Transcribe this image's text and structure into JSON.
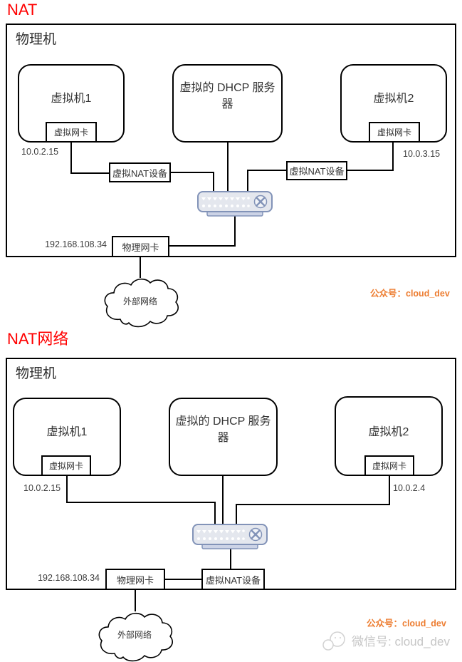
{
  "colors": {
    "title_red": "#ff0000",
    "watermark_orange": "#ED7D31",
    "wechat_gray": "#c6c6c6",
    "switch_fill": "#e4e7ee",
    "switch_border": "#8293b8",
    "line_black": "#000000"
  },
  "diagram1": {
    "title": "NAT",
    "host": "物理机",
    "vm1": {
      "label": "虚拟机1",
      "nic": "虚拟网卡",
      "ip": "10.0.2.15"
    },
    "dhcp": "虚拟的 DHCP 服务器",
    "vm2": {
      "label": "虚拟机2",
      "nic": "虚拟网卡",
      "ip": "10.0.3.15"
    },
    "nat_left": "虚拟NAT设备",
    "nat_right": "虚拟NAT设备",
    "pnic": "物理网卡",
    "pnic_ip": "192.168.108.34",
    "cloud": "外部网络",
    "watermark": "公众号：cloud_dev"
  },
  "diagram2": {
    "title": "NAT网络",
    "host": "物理机",
    "vm1": {
      "label": "虚拟机1",
      "nic": "虚拟网卡",
      "ip": "10.0.2.15"
    },
    "dhcp": "虚拟的 DHCP 服务器",
    "vm2": {
      "label": "虚拟机2",
      "nic": "虚拟网卡",
      "ip": "10.0.2.4"
    },
    "nat": "虚拟NAT设备",
    "pnic": "物理网卡",
    "pnic_ip": "192.168.108.34",
    "cloud": "外部网络",
    "watermark": "公众号：cloud_dev",
    "wechat": "微信号: cloud_dev"
  }
}
